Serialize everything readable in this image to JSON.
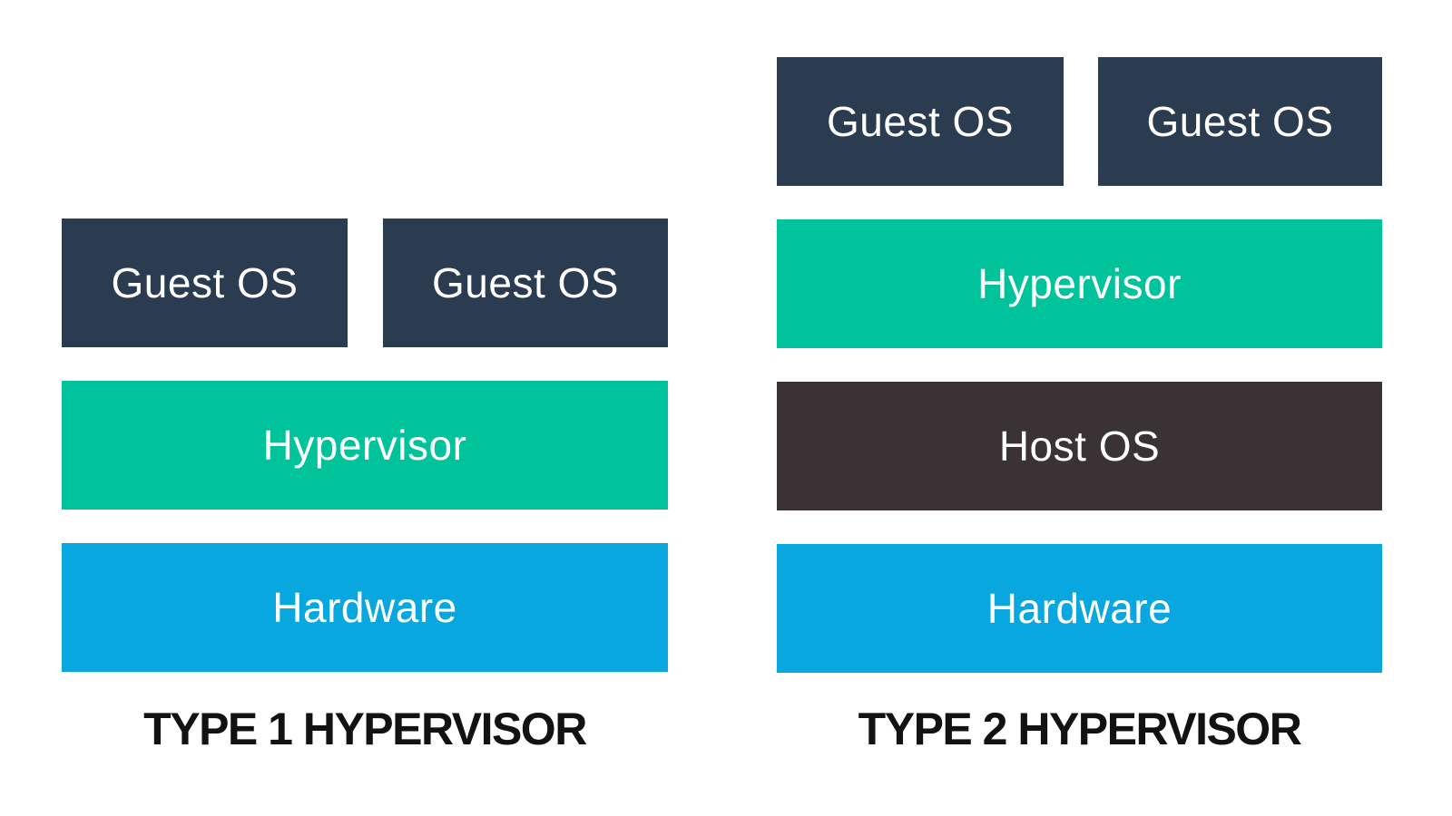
{
  "type1": {
    "caption": "TYPE 1 HYPERVISOR",
    "guest_os_1": "Guest OS",
    "guest_os_2": "Guest OS",
    "hypervisor": "Hypervisor",
    "hardware": "Hardware"
  },
  "type2": {
    "caption": "TYPE 2 HYPERVISOR",
    "guest_os_1": "Guest OS",
    "guest_os_2": "Guest OS",
    "hypervisor": "Hypervisor",
    "host_os": "Host OS",
    "hardware": "Hardware"
  },
  "colors": {
    "guest_os": "#2b3c50",
    "hypervisor": "#00c39b",
    "host_os": "#3a3234",
    "hardware": "#09a7e0",
    "box_text": "#ffffff",
    "caption_text": "#121212",
    "background": "#ffffff"
  }
}
